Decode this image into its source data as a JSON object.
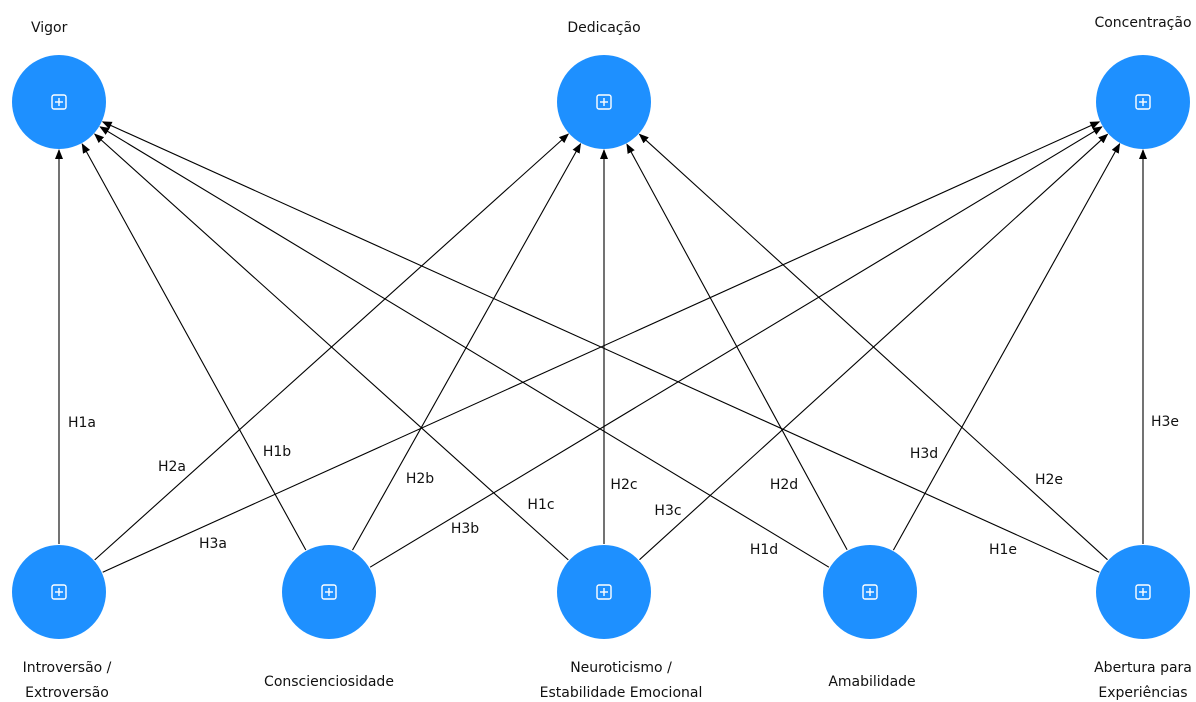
{
  "nodes": {
    "vigor": {
      "label_lines": [
        "Vigor"
      ]
    },
    "dedicacao": {
      "label_lines": [
        "Dedicação"
      ]
    },
    "concentracao": {
      "label_lines": [
        "Concentração"
      ]
    },
    "introversao": {
      "label_lines": [
        "Introversão /",
        "Extroversão"
      ]
    },
    "conscienciosidade": {
      "label_lines": [
        "Conscienciosidade"
      ]
    },
    "neuroticismo": {
      "label_lines": [
        "Neuroticismo /",
        "Estabilidade Emocional"
      ]
    },
    "amabilidade": {
      "label_lines": [
        "Amabilidade"
      ]
    },
    "abertura": {
      "label_lines": [
        "Abertura para",
        "Experiências"
      ]
    }
  },
  "edges": [
    {
      "from": "introversao",
      "to": "vigor",
      "label": "H1a"
    },
    {
      "from": "conscienciosidade",
      "to": "vigor",
      "label": "H1b"
    },
    {
      "from": "neuroticismo",
      "to": "vigor",
      "label": "H1c"
    },
    {
      "from": "amabilidade",
      "to": "vigor",
      "label": "H1d"
    },
    {
      "from": "abertura",
      "to": "vigor",
      "label": "H1e"
    },
    {
      "from": "introversao",
      "to": "dedicacao",
      "label": "H2a"
    },
    {
      "from": "conscienciosidade",
      "to": "dedicacao",
      "label": "H2b"
    },
    {
      "from": "neuroticismo",
      "to": "dedicacao",
      "label": "H2c"
    },
    {
      "from": "amabilidade",
      "to": "dedicacao",
      "label": "H2d"
    },
    {
      "from": "abertura",
      "to": "dedicacao",
      "label": "H2e"
    },
    {
      "from": "introversao",
      "to": "concentracao",
      "label": "H3a"
    },
    {
      "from": "conscienciosidade",
      "to": "concentracao",
      "label": "H3b"
    },
    {
      "from": "neuroticismo",
      "to": "concentracao",
      "label": "H3c"
    },
    {
      "from": "amabilidade",
      "to": "concentracao",
      "label": "H3d"
    },
    {
      "from": "abertura",
      "to": "concentracao",
      "label": "H3e"
    }
  ],
  "colors": {
    "node_fill": "#1e90ff",
    "edge": "#000000"
  },
  "icon": "expand-plus-icon"
}
